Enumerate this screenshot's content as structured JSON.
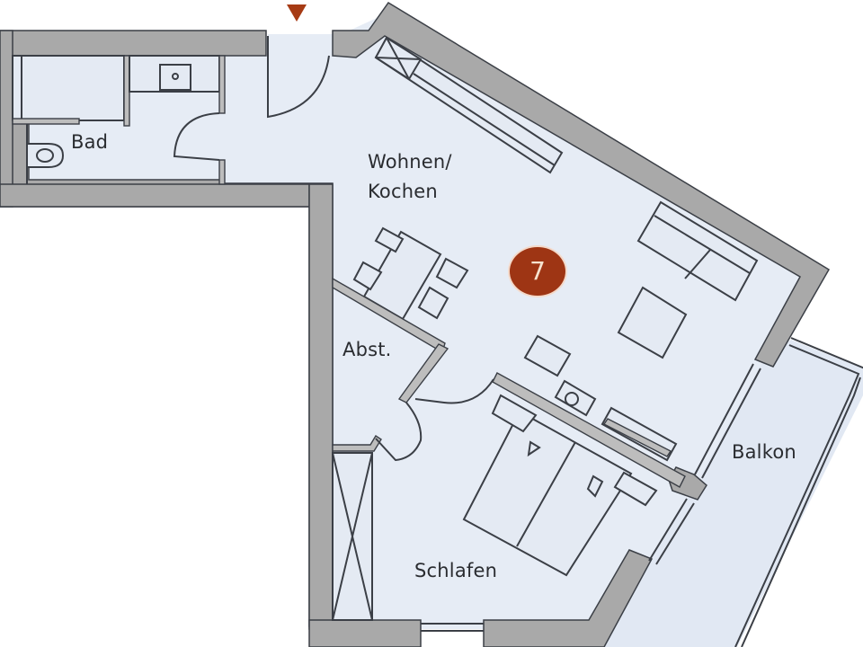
{
  "plan": {
    "unit_number": "7",
    "entrance_marker": "entrance-arrow",
    "colors": {
      "floor": "#e6ecf5",
      "wall": "#a9a9a9",
      "outline": "#3b3f46",
      "badge": "#9e3514",
      "badge_text": "#f6e3cf",
      "entrance_marker": "#a63b14"
    },
    "rooms": [
      {
        "id": "bad",
        "label": "Bad"
      },
      {
        "id": "wohnen",
        "label": "Wohnen/",
        "label2": "Kochen"
      },
      {
        "id": "abst",
        "label": "Abst."
      },
      {
        "id": "schlafen",
        "label": "Schlafen"
      },
      {
        "id": "balkon",
        "label": "Balkon"
      }
    ]
  }
}
